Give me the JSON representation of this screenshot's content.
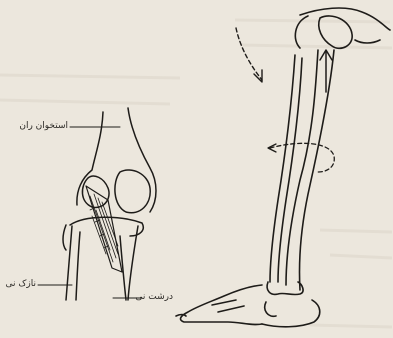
{
  "labels": {
    "femur": "استخوان ران",
    "fibula": "نازک نی",
    "tibia": "درشت نی"
  },
  "colors": {
    "paper": "#ece7dd",
    "ink": "#1e1c19",
    "ghost_text": "#d8d2c6"
  }
}
